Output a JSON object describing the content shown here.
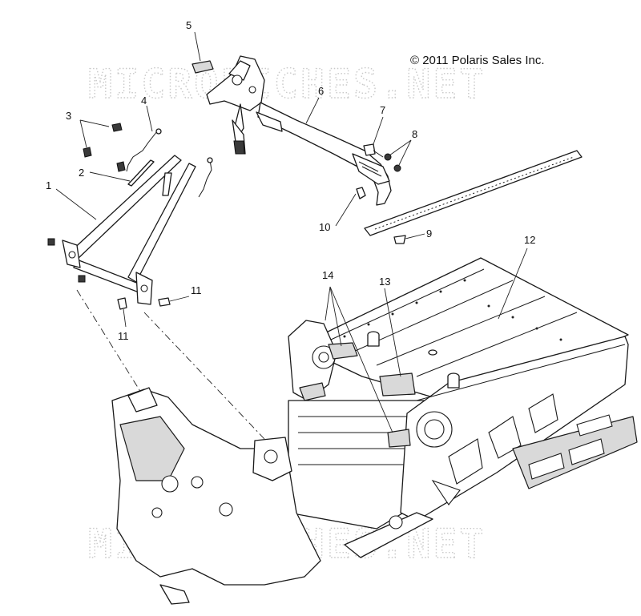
{
  "copyright": "© 2011 Polaris Sales Inc.",
  "watermark": "MICROFICHES.NET",
  "callouts": [
    {
      "id": "1",
      "label": "1"
    },
    {
      "id": "2",
      "label": "2"
    },
    {
      "id": "3",
      "label": "3"
    },
    {
      "id": "4",
      "label": "4"
    },
    {
      "id": "5",
      "label": "5"
    },
    {
      "id": "6",
      "label": "6"
    },
    {
      "id": "7",
      "label": "7"
    },
    {
      "id": "8",
      "label": "8"
    },
    {
      "id": "9",
      "label": "9"
    },
    {
      "id": "10",
      "label": "10"
    },
    {
      "id": "11a",
      "label": "11"
    },
    {
      "id": "11b",
      "label": "11"
    },
    {
      "id": "12",
      "label": "12"
    },
    {
      "id": "13",
      "label": "13"
    },
    {
      "id": "14",
      "label": "14"
    }
  ]
}
